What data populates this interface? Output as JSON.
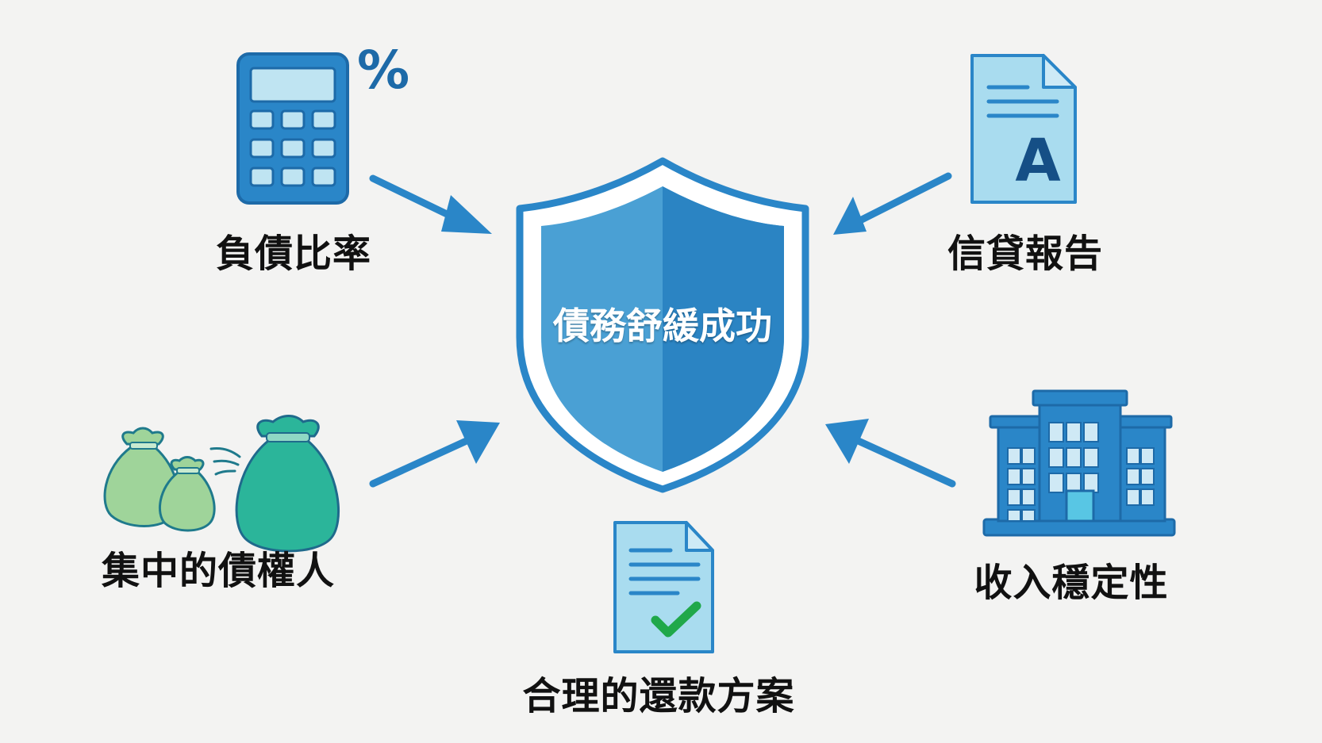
{
  "center": {
    "title": "債務舒緩成功",
    "icon": "shield-icon"
  },
  "nodes": [
    {
      "id": "debt-ratio",
      "label": "負債比率",
      "icon": "calculator-percent-icon",
      "badge": "%"
    },
    {
      "id": "credit-report",
      "label": "信貸報告",
      "icon": "document-grade-a-icon",
      "badge": "A"
    },
    {
      "id": "consolidated-creditors",
      "label": "集中的債權人",
      "icon": "money-bags-icon"
    },
    {
      "id": "income-stability",
      "label": "收入穩定性",
      "icon": "office-building-icon"
    },
    {
      "id": "repayment-plan",
      "label": "合理的還款方案",
      "icon": "document-checkmark-icon"
    }
  ],
  "colors": {
    "background": "#f3f3f2",
    "primary_blue": "#2a86c8",
    "shield_light": "#4aa0d4",
    "shield_dark": "#2b84c3",
    "icon_fill_light": "#a9dcef",
    "dark_text": "#111111",
    "bag_light": "#9fd49a",
    "bag_teal": "#2bb59a",
    "check_green": "#20a84a"
  }
}
